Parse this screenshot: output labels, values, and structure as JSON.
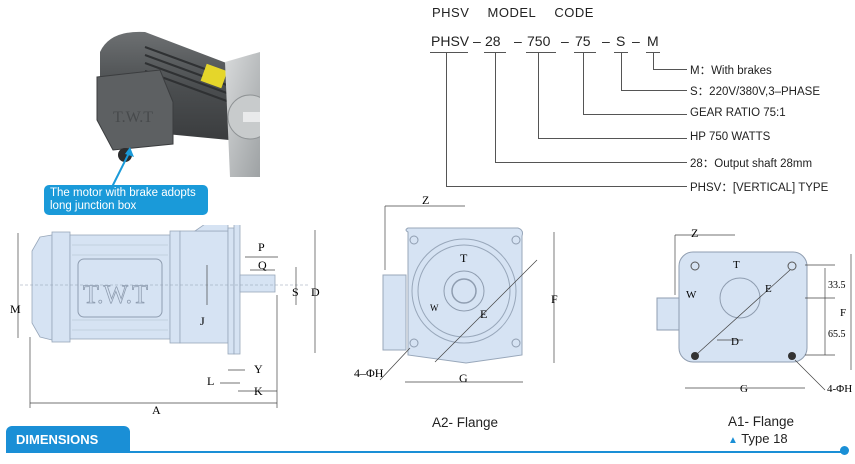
{
  "model_code": {
    "title_words": [
      "PHSV",
      "MODEL",
      "CODE"
    ],
    "segments": [
      "PHSV",
      "28",
      "750",
      "75",
      "S",
      "M"
    ],
    "separator": "–",
    "legend": [
      {
        "key": "M",
        "text": "M：With brakes"
      },
      {
        "key": "S",
        "text": "S：220V/380V,3–PHASE"
      },
      {
        "key": "75",
        "text": "GEAR RATIO 75:1"
      },
      {
        "key": "750",
        "text": "HP  750  WATTS"
      },
      {
        "key": "28",
        "text": "28：Output shaft 28mm"
      },
      {
        "key": "PHSV",
        "text": "PHSV：[VERTICAL]  TYPE"
      }
    ]
  },
  "photo": {
    "brand_mark": "T.W.T",
    "callout": "The motor with brake adopts long junction box"
  },
  "side_view": {
    "brand_mark": "T.W.T",
    "labels": {
      "M": "M",
      "A": "A",
      "P": "P",
      "Q": "Q",
      "S": "S",
      "D": "D",
      "J": "J",
      "L": "L",
      "Y": "Y",
      "K": "K"
    }
  },
  "a2_flange": {
    "caption": "A2- Flange",
    "labels": {
      "Z": "Z",
      "T": "T",
      "W": "W",
      "E": "E",
      "F": "F",
      "G": "G",
      "H": "4–ΦH"
    }
  },
  "a1_flange": {
    "caption": "A1- Flange",
    "type_label": "Type 18",
    "labels": {
      "Z": "Z",
      "T": "T",
      "W": "W",
      "E": "E",
      "D": "D",
      "F": "F",
      "G": "G",
      "H": "4-ΦH",
      "upper": "33.5",
      "lower": "65.5"
    }
  },
  "section": {
    "title": "DIMENSIONS",
    "accent_color": "#1a8fd6"
  }
}
